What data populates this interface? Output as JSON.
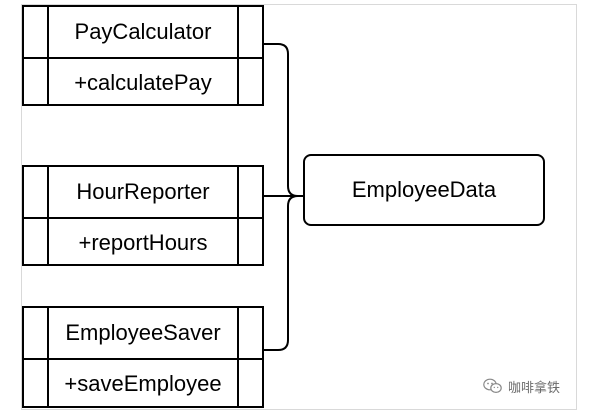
{
  "classes": [
    {
      "name": "PayCalculator",
      "method": "+calculatePay"
    },
    {
      "name": "HourReporter",
      "method": "+reportHours"
    },
    {
      "name": "EmployeeSaver",
      "method": "+saveEmployee"
    }
  ],
  "data_class": {
    "name": "EmployeeData"
  },
  "watermark": {
    "text": "咖啡拿铁"
  },
  "colors": {
    "stroke": "#000000",
    "background": "#ffffff",
    "watermark": "#6b6b6b"
  }
}
